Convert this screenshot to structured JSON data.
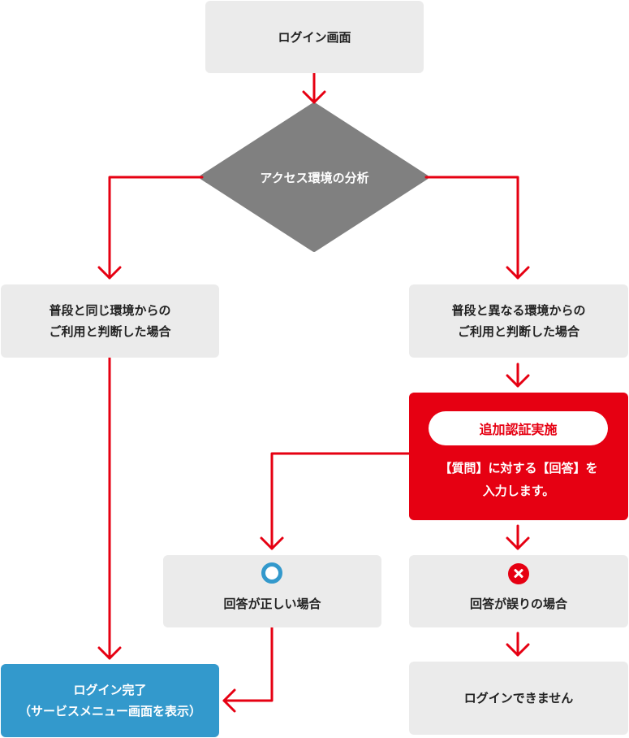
{
  "nodes": {
    "login_screen": "ログイン画面",
    "analysis": "アクセス環境の分析",
    "same_env": "普段と同じ環境からの\nご利用と判断した場合",
    "diff_env": "普段と異なる環境からの\nご利用と判断した場合",
    "extra_auth_title": "追加認証実施",
    "extra_auth_desc": "【質問】に対する【回答】を\n入力します。",
    "correct": "回答が正しい場合",
    "wrong": "回答が誤りの場合",
    "login_complete": "ログイン完了\n（サービスメニュー画面を表示）",
    "login_failed": "ログインできません"
  },
  "icons": {
    "correct": "circle-o-icon",
    "wrong": "cross-icon"
  },
  "colors": {
    "accent_red": "#e60012",
    "accent_blue": "#3399cc",
    "node_gray": "#ebebeb",
    "diamond_gray": "#808080"
  }
}
